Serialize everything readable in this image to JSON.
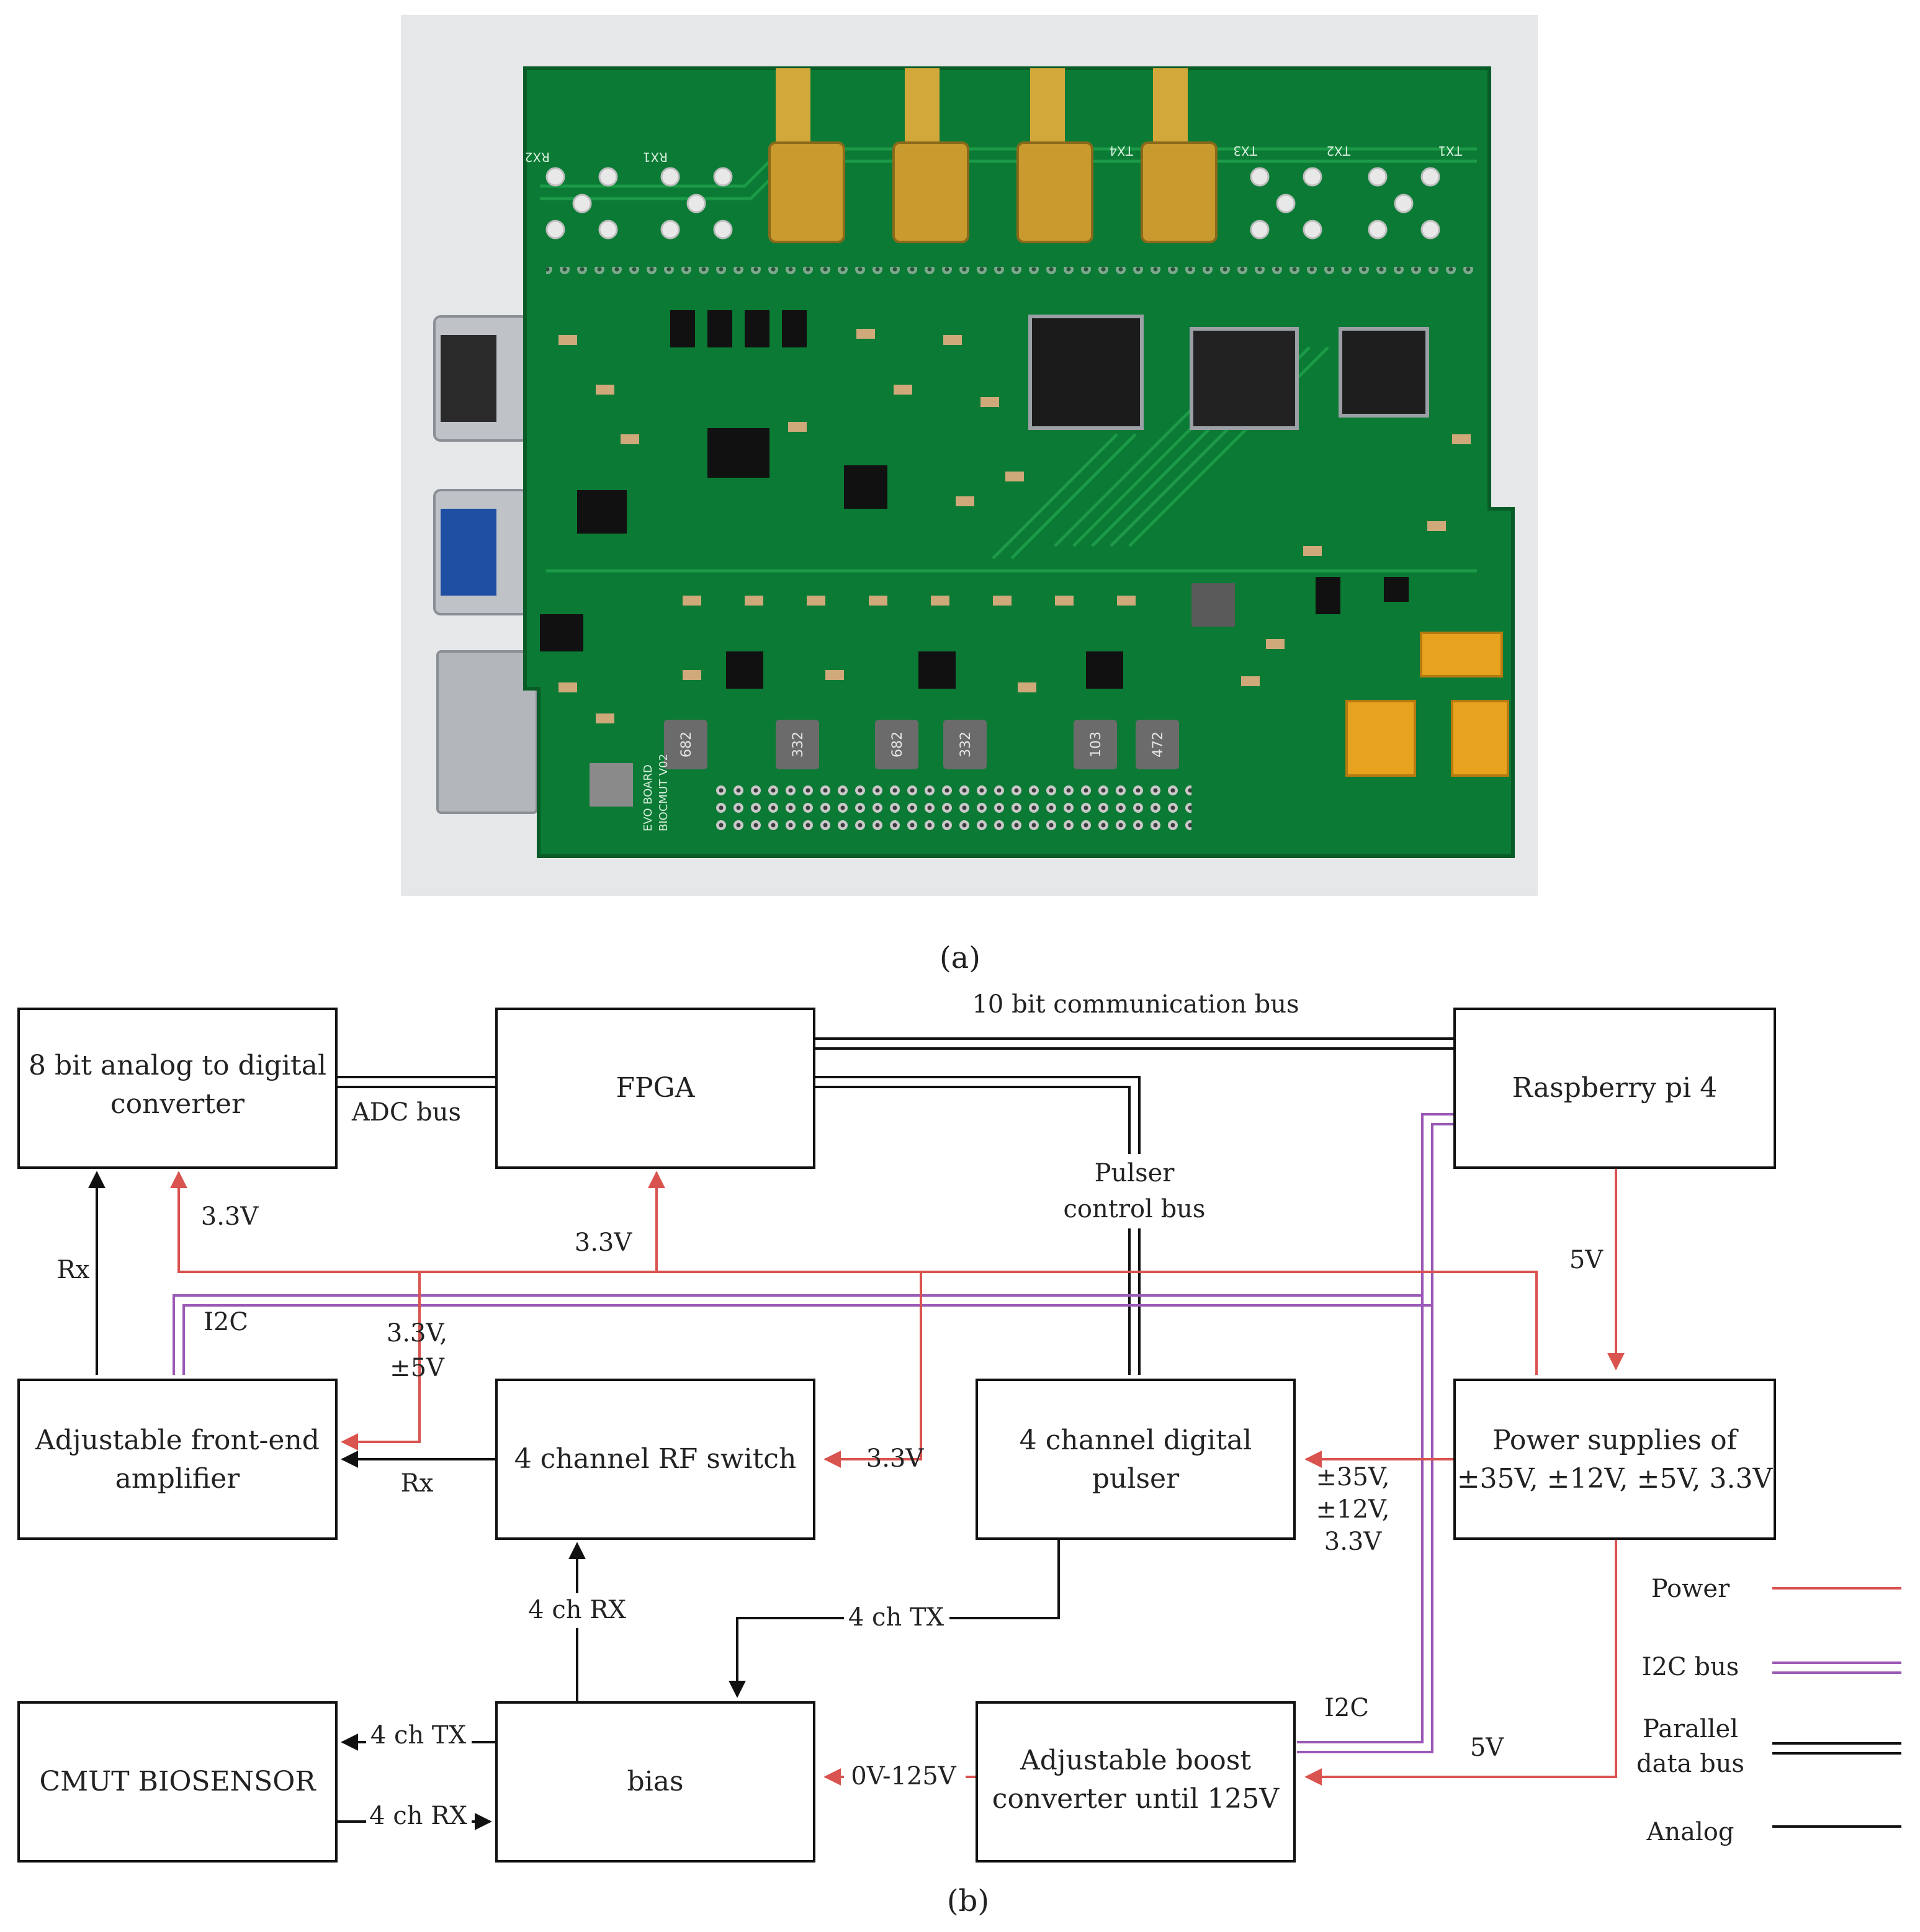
{
  "panel_labels": {
    "a": "(a)",
    "b": "(b)"
  },
  "photo": {
    "connector_labels": [
      "RX2",
      "RX1",
      "TX4",
      "TX3",
      "TX2",
      "TX1"
    ],
    "silkscreen": [
      "EVO BOARD",
      "BIOCMUT V02"
    ],
    "component_markings": [
      "682",
      "332",
      "682",
      "332",
      "103",
      "472"
    ]
  },
  "colors": {
    "power": "#d9534f",
    "i2c": "#9b59b6",
    "parallel": "#111111",
    "analog": "#111111",
    "pcb": "#0a7a34"
  },
  "blocks": {
    "adc": [
      "8 bit analog to digital",
      "converter"
    ],
    "fpga": [
      "FPGA"
    ],
    "rpi": [
      "Raspberry pi 4"
    ],
    "amp": [
      "Adjustable front-end",
      "amplifier"
    ],
    "rfswitch": [
      "4 channel RF switch"
    ],
    "pulser": [
      "4 channel digital",
      "pulser"
    ],
    "psu": [
      "Power supplies of",
      "±35V, ±12V, ±5V, 3.3V"
    ],
    "cmut": [
      "CMUT BIOSENSOR"
    ],
    "bias": [
      "bias"
    ],
    "boost": [
      "Adjustable boost",
      "converter until 125V"
    ]
  },
  "labels": {
    "comm_bus": "10 bit communication bus",
    "adc_bus": "ADC bus",
    "pulser_bus": [
      "Pulser",
      "control bus"
    ],
    "v33_adc": "3.3V",
    "v33_fpga": "3.3V",
    "rx_left": "Rx",
    "i2c_left": "I2C",
    "v_amp": [
      "3.3V,",
      "±5V"
    ],
    "v5_rpi": "5V",
    "rx_mid": "Rx",
    "v33_rf": "3.3V",
    "v_pulser": [
      "±35V,",
      "±12V,",
      "3.3V"
    ],
    "ch_rx_up": "4 ch RX",
    "ch_tx_pulser": "4 ch TX",
    "cmut_tx": "4 ch TX",
    "cmut_rx": "4 ch RX",
    "v_boost": "0V-125V",
    "i2c_boost": "I2C",
    "v5_boost": "5V"
  },
  "legend": {
    "power": "Power",
    "i2c": "I2C bus",
    "parallel": [
      "Parallel",
      "data bus"
    ],
    "analog": "Analog"
  }
}
